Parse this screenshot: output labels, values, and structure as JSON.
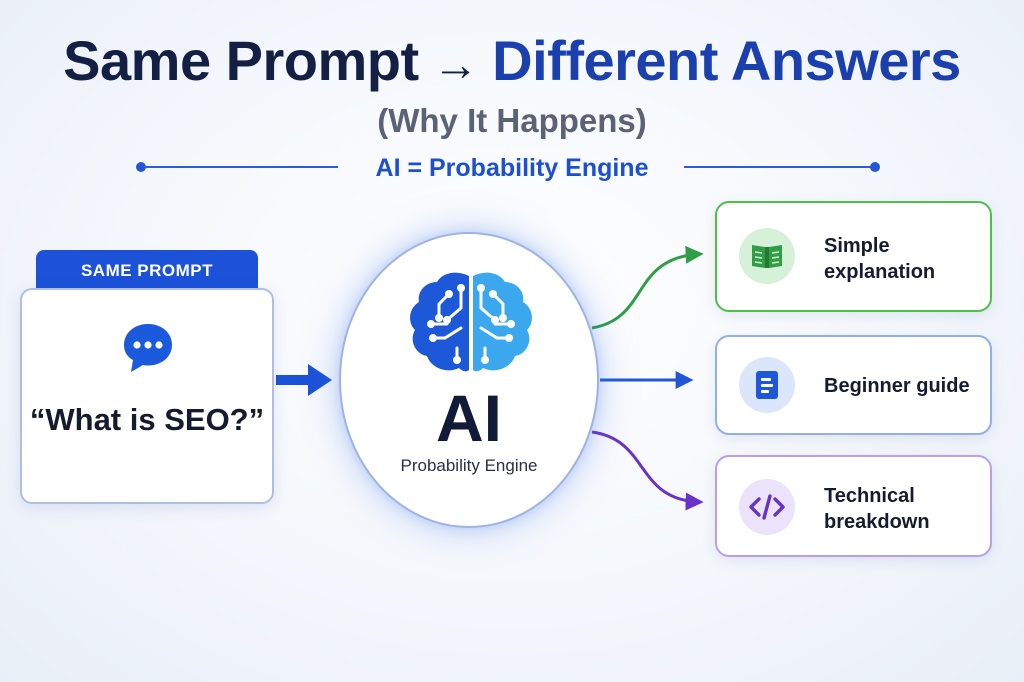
{
  "header": {
    "title_left": "Same Prompt",
    "title_arrow": "→",
    "title_right": "Different Answers",
    "subtitle": "(Why It Happens)",
    "tagline": "AI = Probability Engine"
  },
  "prompt": {
    "tab_label": "SAME PROMPT",
    "text": "“What is SEO?”",
    "icon": "chat-bubble-icon"
  },
  "engine": {
    "label": "AI",
    "sublabel": "Probability Engine",
    "icon": "brain-circuit-icon"
  },
  "outputs": [
    {
      "label": "Simple\nexplanation",
      "icon": "book-icon",
      "color": "#2f9e44"
    },
    {
      "label": "Beginner guide",
      "icon": "document-icon",
      "color": "#1f57d6"
    },
    {
      "label": "Technical\nbreakdown",
      "icon": "code-icon",
      "color": "#6a32c8"
    }
  ],
  "colors": {
    "accent_blue": "#1b52d8",
    "title_dark": "#142043",
    "title_blue": "#1c3fae",
    "green": "#2f9e44",
    "purple": "#6a32c8"
  }
}
